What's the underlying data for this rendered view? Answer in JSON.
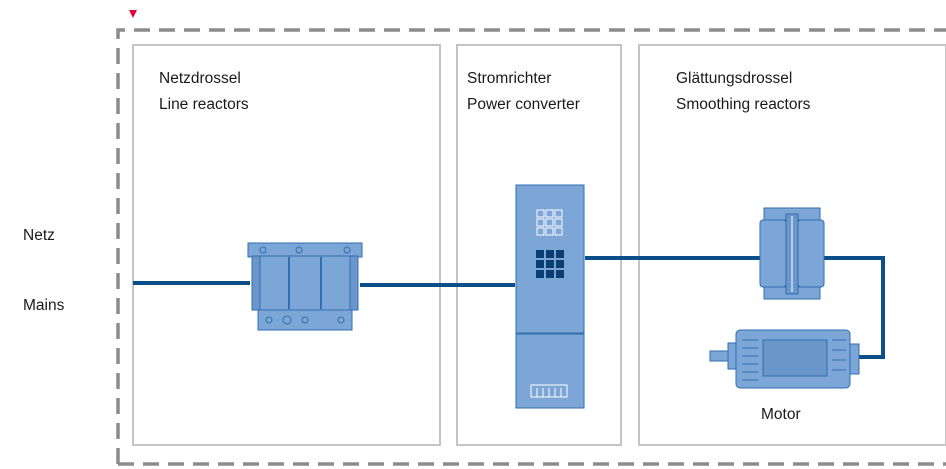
{
  "mains": {
    "line1": "Netz",
    "line2": "Mains"
  },
  "sections": {
    "line_reactors": {
      "title_de": "Netzdrossel",
      "title_en": "Line reactors"
    },
    "power_converter": {
      "title_de": "Stromrichter",
      "title_en": "Power converter"
    },
    "smoothing_reactors": {
      "title_de": "Glättungsdrossel",
      "title_en": "Smoothing reactors"
    }
  },
  "motor": {
    "label": "Motor"
  },
  "colors": {
    "boundary": "#8c8c8c",
    "panel_border": "#bdbdbd",
    "cable": "#0b4f8a",
    "device": "#7ba6d6",
    "device_dark": "#2f6fb1",
    "marker": "#e4003a"
  }
}
